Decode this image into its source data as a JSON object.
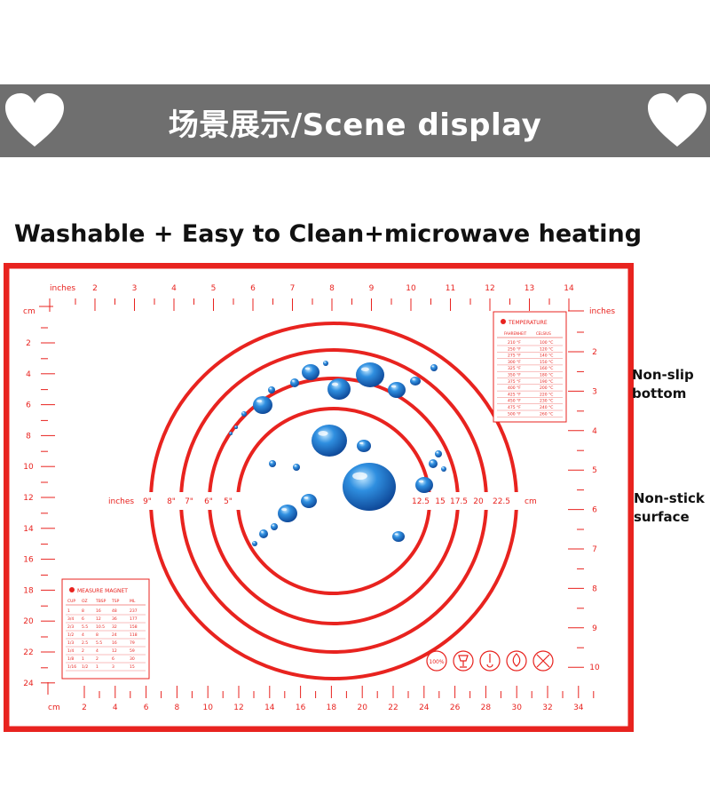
{
  "banner": {
    "title": "场景展示/Scene display",
    "color": "#6f6f6f"
  },
  "headline": "Washable + Easy to Clean+microwave heating",
  "side_labels": [
    {
      "line1": "Non-slip",
      "line2": "bottom"
    },
    {
      "line1": "Non-stick",
      "line2": "surface"
    }
  ],
  "mat": {
    "border_color": "#e8231f",
    "top_ruler_unit": "inches",
    "top_ruler_ticks": [
      "2",
      "3",
      "4",
      "5",
      "6",
      "7",
      "8",
      "9",
      "10",
      "11",
      "12",
      "13",
      "14"
    ],
    "left_ruler_unit": "cm",
    "left_ruler_ticks": [
      "2",
      "4",
      "6",
      "8",
      "10",
      "12",
      "14",
      "16",
      "18",
      "20",
      "22",
      "24"
    ],
    "right_ruler_unit": "inches",
    "right_ruler_ticks": [
      "2",
      "3",
      "4",
      "5",
      "6",
      "7",
      "8",
      "9",
      "10"
    ],
    "bottom_ruler_unit": "cm",
    "bottom_ruler_ticks": [
      "2",
      "4",
      "6",
      "8",
      "10",
      "12",
      "14",
      "16",
      "18",
      "20",
      "22",
      "24",
      "26",
      "28",
      "30",
      "32",
      "34"
    ],
    "circle_inches_label": "inches",
    "circle_inches": [
      "9\"",
      "8\"",
      "7\"",
      "6\"",
      "5\""
    ],
    "circle_cm": [
      "12.5",
      "15",
      "17.5",
      "20",
      "22.5"
    ],
    "circle_cm_unit": "cm",
    "temperature_table": {
      "title": "TEMPERATURE",
      "headers": [
        "FAHRENHEIT",
        "CELSIUS"
      ],
      "rows": [
        [
          "210 °F",
          "100 °C"
        ],
        [
          "250 °F",
          "120 °C"
        ],
        [
          "275 °F",
          "140 °C"
        ],
        [
          "300 °F",
          "150 °C"
        ],
        [
          "325 °F",
          "160 °C"
        ],
        [
          "350 °F",
          "180 °C"
        ],
        [
          "375 °F",
          "190 °C"
        ],
        [
          "400 °F",
          "200 °C"
        ],
        [
          "425 °F",
          "220 °C"
        ],
        [
          "450 °F",
          "230 °C"
        ],
        [
          "475 °F",
          "240 °C"
        ],
        [
          "500 °F",
          "260 °C"
        ]
      ]
    },
    "measure_table": {
      "title": "MEASURE MAGNET",
      "headers": [
        "CUP",
        "OZ",
        "TBSP",
        "TSP",
        "ML"
      ],
      "rows": [
        [
          "1",
          "8",
          "16",
          "48",
          "237"
        ],
        [
          "3/4",
          "6",
          "12",
          "36",
          "177"
        ],
        [
          "2/3",
          "5.5",
          "10.5",
          "32",
          "158"
        ],
        [
          "1/2",
          "4",
          "8",
          "24",
          "118"
        ],
        [
          "1/3",
          "2.5",
          "5.5",
          "16",
          "79"
        ],
        [
          "1/4",
          "2",
          "4",
          "12",
          "59"
        ],
        [
          "1/8",
          "1",
          "2",
          "6",
          "30"
        ],
        [
          "1/16",
          "1/2",
          "1",
          "3",
          "15"
        ]
      ]
    },
    "badge_text": "100%"
  }
}
